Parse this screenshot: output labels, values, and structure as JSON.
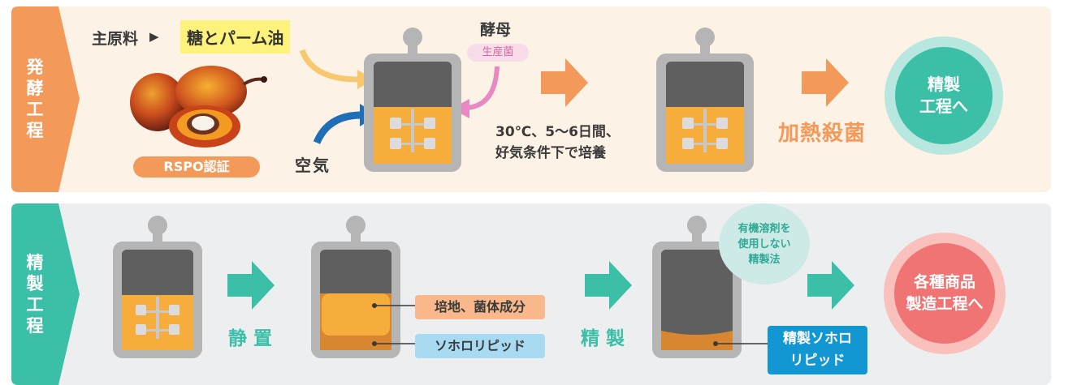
{
  "fermentation": {
    "side_label": [
      "発",
      "酵",
      "工",
      "程"
    ],
    "raw_material_label": "主原料",
    "raw_material_arrow": "▶",
    "raw_material_value": "糖とパーム油",
    "rspo_badge": "RSPO認証",
    "air_label": "空気",
    "yeast_label": "酵母",
    "yeast_sub_badge": "生産菌",
    "culture_conditions": [
      "30℃、5〜6日間、",
      "好気条件下で培養"
    ],
    "heat_sterilization": "加熱殺菌",
    "next_circle": [
      "精製",
      "工程へ"
    ]
  },
  "refining": {
    "side_label": [
      "精",
      "製",
      "工",
      "程"
    ],
    "settling_label": "静 置",
    "medium_label": "培地、菌体成分",
    "sophorolipid_label": "ソホロリピッド",
    "refine_label": "精 製",
    "no_solvent_bubble": [
      "有機溶剤を",
      "使用しない",
      "精製法"
    ],
    "refined_badge": [
      "精製ソホロ",
      "リピッド"
    ],
    "next_circle": [
      "各種商品",
      "製造工程へ"
    ]
  },
  "colors": {
    "orange_accent": "#f39a5a",
    "teal_accent": "#3cbfa7",
    "tank_gray": "#9c9c9c",
    "liquid_orange": "#f7ad3b",
    "liquid_brown": "#d8862f",
    "blue_badge": "#1297d3",
    "red_circle": "#ef7473"
  }
}
